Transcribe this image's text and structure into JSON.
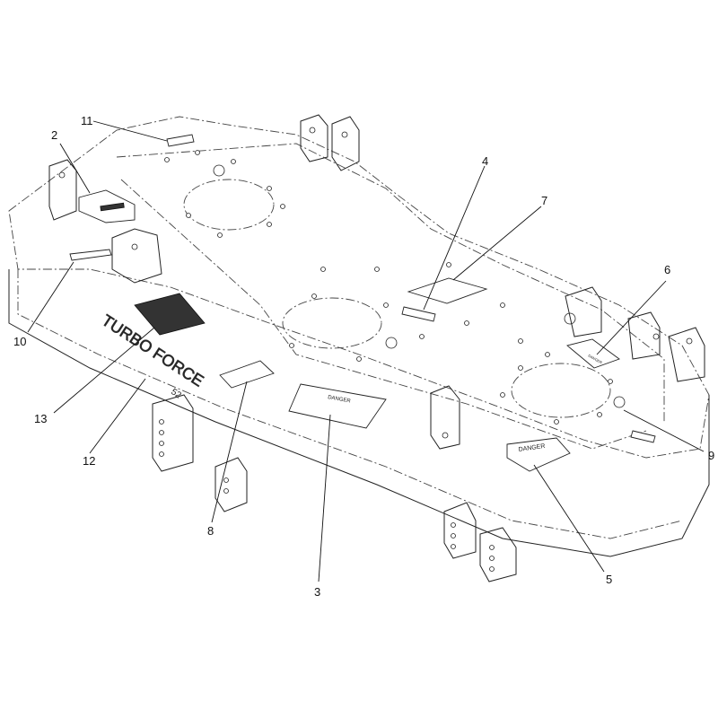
{
  "callouts": [
    {
      "id": "1",
      "label": "2"
    },
    {
      "id": "2",
      "label": "3"
    },
    {
      "id": "3",
      "label": "4"
    },
    {
      "id": "4",
      "label": "5"
    },
    {
      "id": "5",
      "label": "6"
    },
    {
      "id": "6",
      "label": "7"
    },
    {
      "id": "7",
      "label": "8"
    },
    {
      "id": "8",
      "label": "9"
    },
    {
      "id": "9",
      "label": "10"
    },
    {
      "id": "10",
      "label": "11"
    },
    {
      "id": "11",
      "label": "12"
    },
    {
      "id": "12",
      "label": "13"
    }
  ],
  "decals": {
    "danger_center": "DANGER",
    "danger_right": "DANGER",
    "danger_small_right": "DANGER",
    "turbo_force": "TURBO FORCE",
    "deck_size": "52"
  }
}
